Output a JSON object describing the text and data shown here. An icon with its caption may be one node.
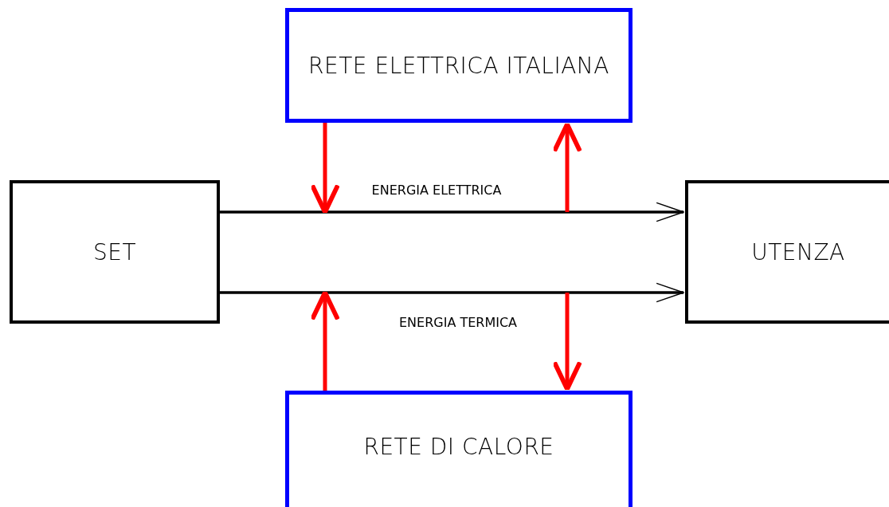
{
  "diagram": {
    "nodes": [
      {
        "text": [
          "RETE ELETTRICA ITALIANA"
        ]
      },
      {
        "text": [
          "SET"
        ]
      },
      {
        "text": [
          "UTENZA"
        ]
      },
      {
        "text": [
          "RETE DI CALORE"
        ]
      }
    ],
    "edges": [
      {
        "from": 1,
        "to": 2,
        "arrow": "to",
        "label": "ENERGIA ELETTRICA",
        "color": "#000000"
      },
      {
        "from": 1,
        "to": 2,
        "arrow": "to",
        "label": "ENERGIA TERMICA",
        "color": "#000000"
      },
      {
        "from": 0,
        "to": null,
        "arrow": "to",
        "color": "#ff0000"
      },
      {
        "from": null,
        "to": 0,
        "arrow": "to",
        "color": "#ff0000"
      },
      {
        "from": 3,
        "to": null,
        "arrow": "to",
        "color": "#ff0000"
      },
      {
        "from": null,
        "to": 3,
        "arrow": "to",
        "color": "#ff0000"
      }
    ]
  }
}
